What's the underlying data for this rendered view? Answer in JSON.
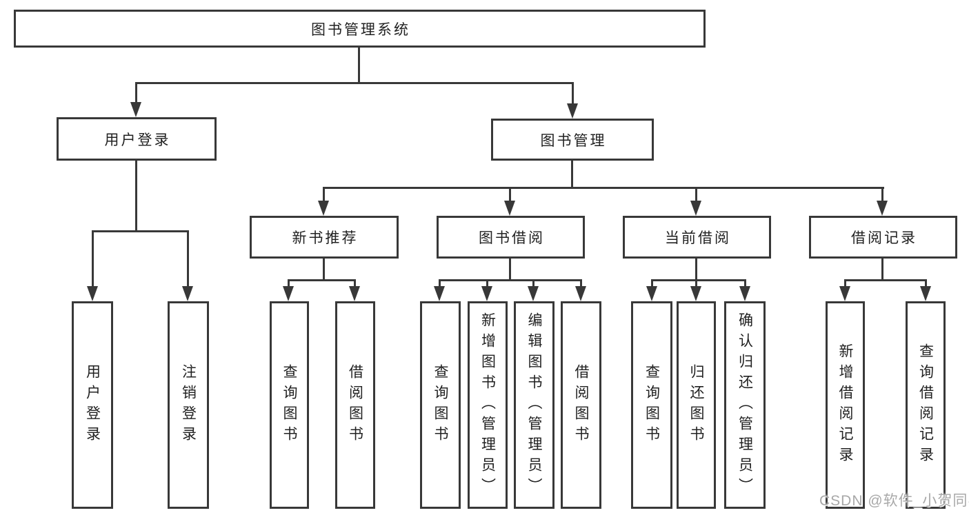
{
  "diagram": {
    "root": {
      "label": "图书管理系统"
    },
    "branches": [
      {
        "label": "用户登录",
        "children": [
          {
            "label": "用户登录"
          },
          {
            "label": "注销登录"
          }
        ]
      },
      {
        "label": "图书管理",
        "children": [
          {
            "label": "新书推荐",
            "children": [
              {
                "label": "查询图书"
              },
              {
                "label": "借阅图书"
              }
            ]
          },
          {
            "label": "图书借阅",
            "children": [
              {
                "label": "查询图书"
              },
              {
                "label": "新增图书（管理员）"
              },
              {
                "label": "编辑图书（管理员）"
              },
              {
                "label": "借阅图书"
              }
            ]
          },
          {
            "label": "当前借阅",
            "children": [
              {
                "label": "查询图书"
              },
              {
                "label": "归还图书"
              },
              {
                "label": "确认归还（管理员）"
              }
            ]
          },
          {
            "label": "借阅记录",
            "children": [
              {
                "label": "新增借阅记录"
              },
              {
                "label": "查询借阅记录"
              }
            ]
          }
        ]
      }
    ]
  },
  "watermark": {
    "text": "CSDN @软件_小贺同学"
  },
  "colors": {
    "line": "#383838",
    "box_border": "#383838",
    "text": "#212121",
    "watermark": "#a8a8a8",
    "background": "#ffffff"
  }
}
